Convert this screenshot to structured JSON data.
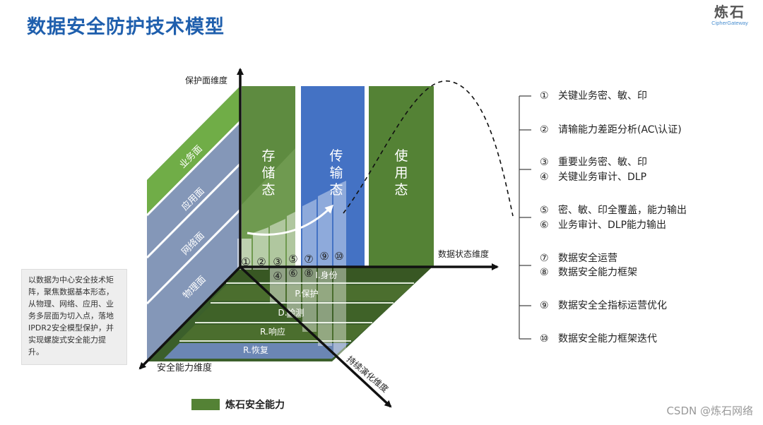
{
  "title": "数据安全防护技术模型",
  "logo": {
    "cn": "炼石",
    "en": "CipherGateway"
  },
  "axes": {
    "vertical": "保护面维度",
    "horizontal": "数据状态维度",
    "left": "安全能力维度",
    "diagonal": "持续演化维度"
  },
  "layers": [
    "业务面",
    "应用面",
    "网络面",
    "物理面"
  ],
  "states": [
    {
      "label": "存储态",
      "color": "#548235"
    },
    {
      "label": "传输态",
      "color": "#4472c4"
    },
    {
      "label": "使用态",
      "color": "#548235"
    }
  ],
  "capabilities": [
    "I.身份",
    "P.保护",
    "D.检测",
    "R.响应",
    "R.恢复"
  ],
  "steps_row1": [
    "①",
    "②",
    "③",
    "⑤",
    "⑦",
    "⑨",
    "⑩"
  ],
  "steps_row2": [
    "④",
    "⑥",
    "⑧"
  ],
  "note": "以数据为中心安全技术矩阵，聚焦数据基本形态，从物理、网络、应用、业务多层面为切入点，落地IPDR2安全模型保护，并实现螺旋式安全能力提升。",
  "legend": {
    "label": "炼石安全能力",
    "color": "#548235"
  },
  "list": [
    {
      "no": "①",
      "text": "关键业务密、敏、印"
    },
    {
      "no": "②",
      "text": "请输能力差距分析(AC\\认证)"
    },
    {
      "no": "③",
      "text": "重要业务密、敏、印"
    },
    {
      "no": "④",
      "text": "关键业务审计、DLP"
    },
    {
      "no": "⑤",
      "text": "密、敏、印全覆盖，能力输出"
    },
    {
      "no": "⑥",
      "text": "业务审计、DLP能力输出"
    },
    {
      "no": "⑦",
      "text": "数据安全运营"
    },
    {
      "no": "⑧",
      "text": "数据安全能力框架"
    },
    {
      "no": "⑨",
      "text": "数据安全全指标运营优化"
    },
    {
      "no": "⑩",
      "text": "数据安全能力框架迭代"
    }
  ],
  "footer": "CSDN @炼石网络"
}
